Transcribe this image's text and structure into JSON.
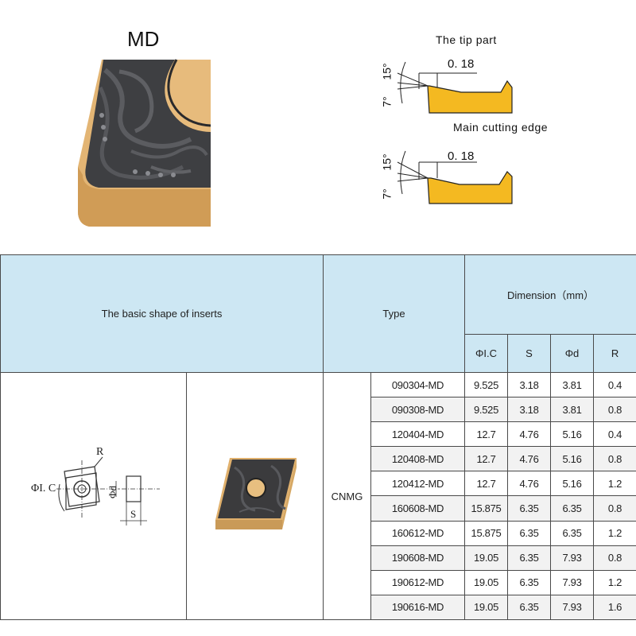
{
  "header": {
    "variant_title": "MD",
    "tip_part_label": "The tip part",
    "main_edge_label": "Main cutting edge",
    "land_width": "0. 18",
    "angle_rake": "15°",
    "angle_clearance": "7°"
  },
  "colors": {
    "header_bg": "#cde7f3",
    "alt_row_bg": "#f2f2f2",
    "insert_gold": "#e0b06c",
    "insert_dark": "#3b3b3d",
    "profile_yellow": "#f4b921"
  },
  "table": {
    "header": {
      "shape_label": "The basic shape of inserts",
      "type_label": "Type",
      "dimension_label": "Dimension（mm）",
      "columns": [
        "ΦI.C",
        "S",
        "Φd",
        "R"
      ]
    },
    "drawing_labels": {
      "ic": "ΦI. C",
      "r": "R",
      "d": "Φd",
      "s": "S"
    },
    "type_value": "CNMG",
    "rows": [
      {
        "code": "090304-MD",
        "ic": "9.525",
        "s": "3.18",
        "d": "3.81",
        "r": "0.4"
      },
      {
        "code": "090308-MD",
        "ic": "9.525",
        "s": "3.18",
        "d": "3.81",
        "r": "0.8"
      },
      {
        "code": "120404-MD",
        "ic": "12.7",
        "s": "4.76",
        "d": "5.16",
        "r": "0.4"
      },
      {
        "code": "120408-MD",
        "ic": "12.7",
        "s": "4.76",
        "d": "5.16",
        "r": "0.8"
      },
      {
        "code": "120412-MD",
        "ic": "12.7",
        "s": "4.76",
        "d": "5.16",
        "r": "1.2"
      },
      {
        "code": "160608-MD",
        "ic": "15.875",
        "s": "6.35",
        "d": "6.35",
        "r": "0.8"
      },
      {
        "code": "160612-MD",
        "ic": "15.875",
        "s": "6.35",
        "d": "6.35",
        "r": "1.2"
      },
      {
        "code": "190608-MD",
        "ic": "19.05",
        "s": "6.35",
        "d": "7.93",
        "r": "0.8"
      },
      {
        "code": "190612-MD",
        "ic": "19.05",
        "s": "6.35",
        "d": "7.93",
        "r": "1.2"
      },
      {
        "code": "190616-MD",
        "ic": "19.05",
        "s": "6.35",
        "d": "7.93",
        "r": "1.6"
      }
    ]
  }
}
